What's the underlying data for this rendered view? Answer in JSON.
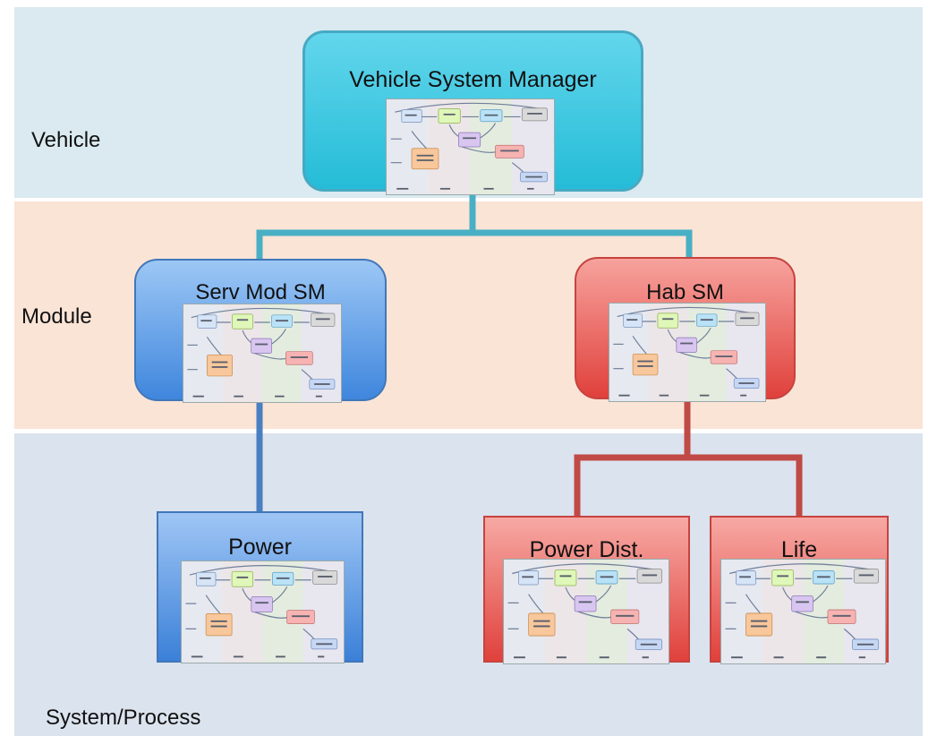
{
  "bands": {
    "vehicle": {
      "label": "Vehicle",
      "color": "#daeaf0"
    },
    "module": {
      "label": "Module",
      "color": "#fae4d6"
    },
    "system": {
      "label": "System/Process",
      "color": "#dbe3ee"
    }
  },
  "nodes": {
    "vehicle_manager": {
      "title": "Vehicle System Manager",
      "color": "#3fc6de"
    },
    "serv_mod_sm": {
      "title": "Serv Mod SM",
      "color": "#5b9ae8"
    },
    "hab_sm": {
      "title": "Hab SM",
      "color": "#ec5a55"
    },
    "power": {
      "title": "Power",
      "color": "#5b9ae8"
    },
    "power_dist": {
      "title": "Power Dist.",
      "color": "#ec5a55"
    },
    "life": {
      "title": "Life",
      "color": "#ec5a55"
    }
  },
  "connector_colors": {
    "teal": "#49afc4",
    "blue": "#4a7fc1",
    "red": "#c04a45"
  },
  "thumbnail_icon": "state-machine-diagram-thumbnail"
}
